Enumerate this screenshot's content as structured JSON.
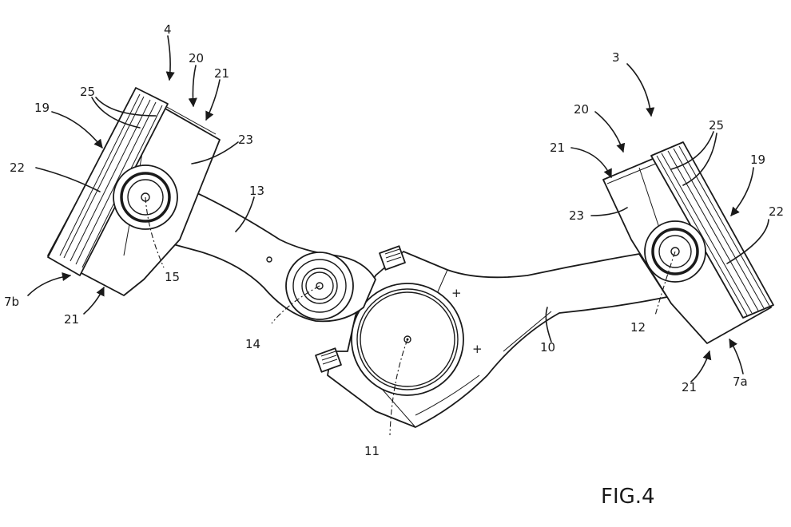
{
  "figure_label": "FIG.4",
  "labels": {
    "l4": "4",
    "l20_left": "20",
    "l21_left_top": "21",
    "l25_left": "25",
    "l19_left": "19",
    "l22_left": "22",
    "l23_left": "23",
    "l13": "13",
    "l15": "15",
    "l7b": "7b",
    "l21_left_bottom": "21",
    "l14": "14",
    "l11": "11",
    "l10": "10",
    "l3": "3",
    "l20_right": "20",
    "l21_right_top": "21",
    "l25_right": "25",
    "l19_right": "19",
    "l23_right": "23",
    "l22_right": "22",
    "l12": "12",
    "l21_right_bottom": "21",
    "l7a": "7a",
    "plus_1": "+",
    "plus_2": "+"
  }
}
